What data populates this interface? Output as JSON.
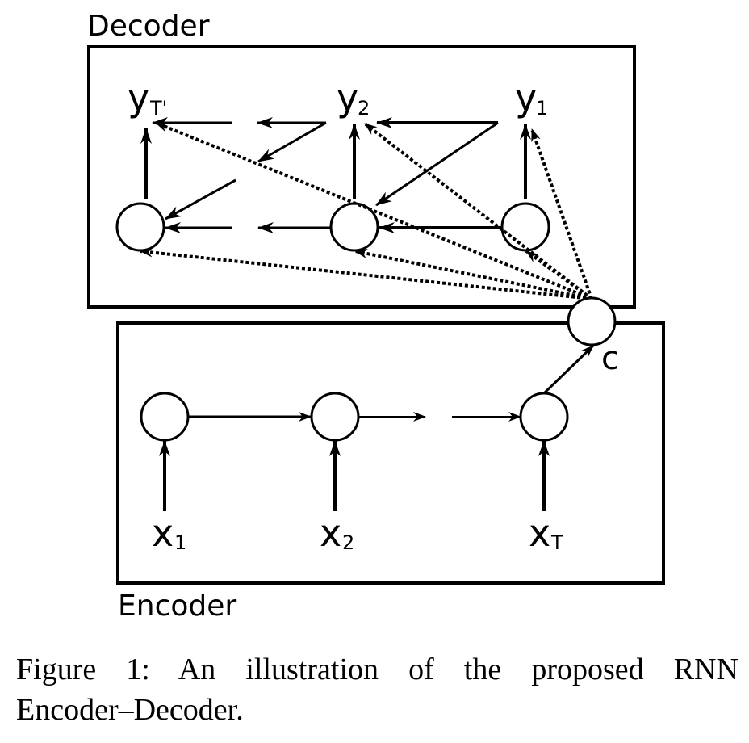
{
  "figure": {
    "decoder_label": "Decoder",
    "encoder_label": "Encoder",
    "context_label": "c",
    "decoder_outputs": [
      {
        "base": "y",
        "sub": "T'"
      },
      {
        "base": "y",
        "sub": "2"
      },
      {
        "base": "y",
        "sub": "1"
      }
    ],
    "encoder_inputs": [
      {
        "base": "x",
        "sub": "1"
      },
      {
        "base": "x",
        "sub": "2"
      },
      {
        "base": "x",
        "sub": "T"
      }
    ]
  },
  "caption": {
    "line1": "Figure 1:  An illustration of the proposed RNN",
    "line2": "Encoder–Decoder."
  }
}
